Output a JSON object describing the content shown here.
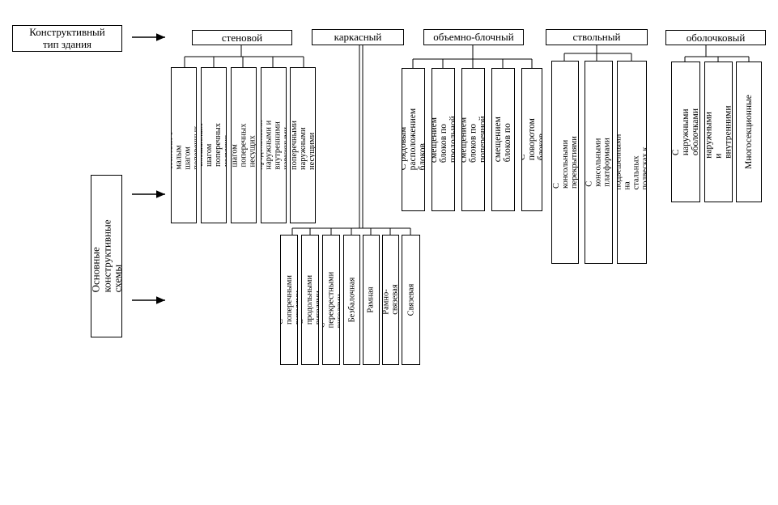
{
  "labels": {
    "type": "Конструктивный\nтип здания",
    "schemes": "Основные конструктивные\nсхемы"
  },
  "categories": [
    {
      "id": "wall",
      "title": "стеновой",
      "children": [
        "Перекрестно-стеновая с малым\nшагом поперечных стен",
        "Со смешанным шагом\nпоперечных несущих стен",
        "С большим шагом поперечных\nнесущих стен",
        "С продольными наружными и\nвнутренними наружными стенами",
        "С поперечными наружными\nнесущими стенами"
      ]
    },
    {
      "id": "frame",
      "title": "каркасный",
      "children": [
        "С поперечными ригелями",
        "С продольными ригелями",
        "С перекрестными ригелями",
        "Безбалочная",
        "Рамная",
        "Рамно-связевая",
        "Связевая"
      ]
    },
    {
      "id": "block",
      "title": "объемно-блочный",
      "children": [
        "С рядовым расположением\nблоков",
        "Со смещением блоков по\nпродольной оси",
        "Со смещением блоков по\nпоперечной оси",
        "Со смещением блоков по\nвертикали",
        "С поворотом блоков"
      ]
    },
    {
      "id": "trunk",
      "title": "ствольный",
      "children": [
        "С консольными перекрытиями",
        "С консольными платформами",
        "С перекрытиями подвешенными на\nстальных подвесках к консольным оголовкам"
      ]
    },
    {
      "id": "shell",
      "title": "оболочковый",
      "children": [
        "С наружными оболочками",
        "С наружными и внутренними\nоболочками",
        "Многосекционные"
      ]
    }
  ]
}
